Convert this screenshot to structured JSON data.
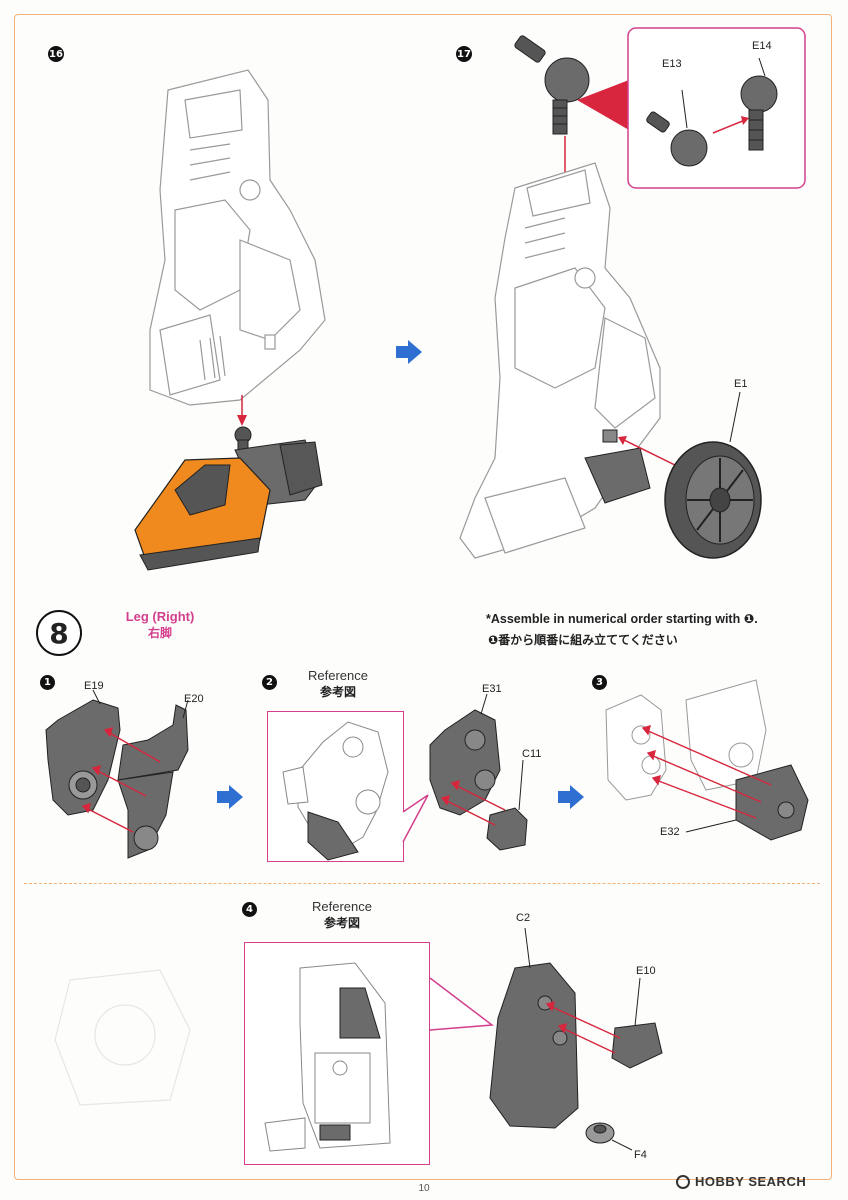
{
  "steps": {
    "s16": "16",
    "s17": "17"
  },
  "step17_parts": {
    "e13": "E13",
    "e14": "E14",
    "e1": "E1"
  },
  "section8": {
    "badge": "8",
    "title_en": "Leg (Right)",
    "title_jp": "右脚",
    "note_en": "*Assemble in numerical order starting with ❶.",
    "note_jp": "❶番から順番に組み立ててください"
  },
  "substeps": {
    "n1": "1",
    "n2": "2",
    "n3": "3",
    "n4": "4"
  },
  "sub1_parts": {
    "e19": "E19",
    "e20": "E20"
  },
  "sub2": {
    "ref_title": "Reference",
    "ref_sub": "参考図",
    "e31": "E31",
    "c11": "C11"
  },
  "sub3_parts": {
    "e32": "E32"
  },
  "sub4": {
    "ref_title": "Reference",
    "ref_sub": "参考図",
    "c2": "C2",
    "e10": "E10",
    "f4": "F4"
  },
  "footer": {
    "page_number": "10",
    "watermark": "HOBBY SEARCH"
  },
  "colors": {
    "accent_pink": "#d43f8d",
    "orange_part": "#f08a1e",
    "blue_arrow": "#2f6fd1",
    "red_arrow": "#d7263d",
    "frame": "#f0b27a"
  }
}
